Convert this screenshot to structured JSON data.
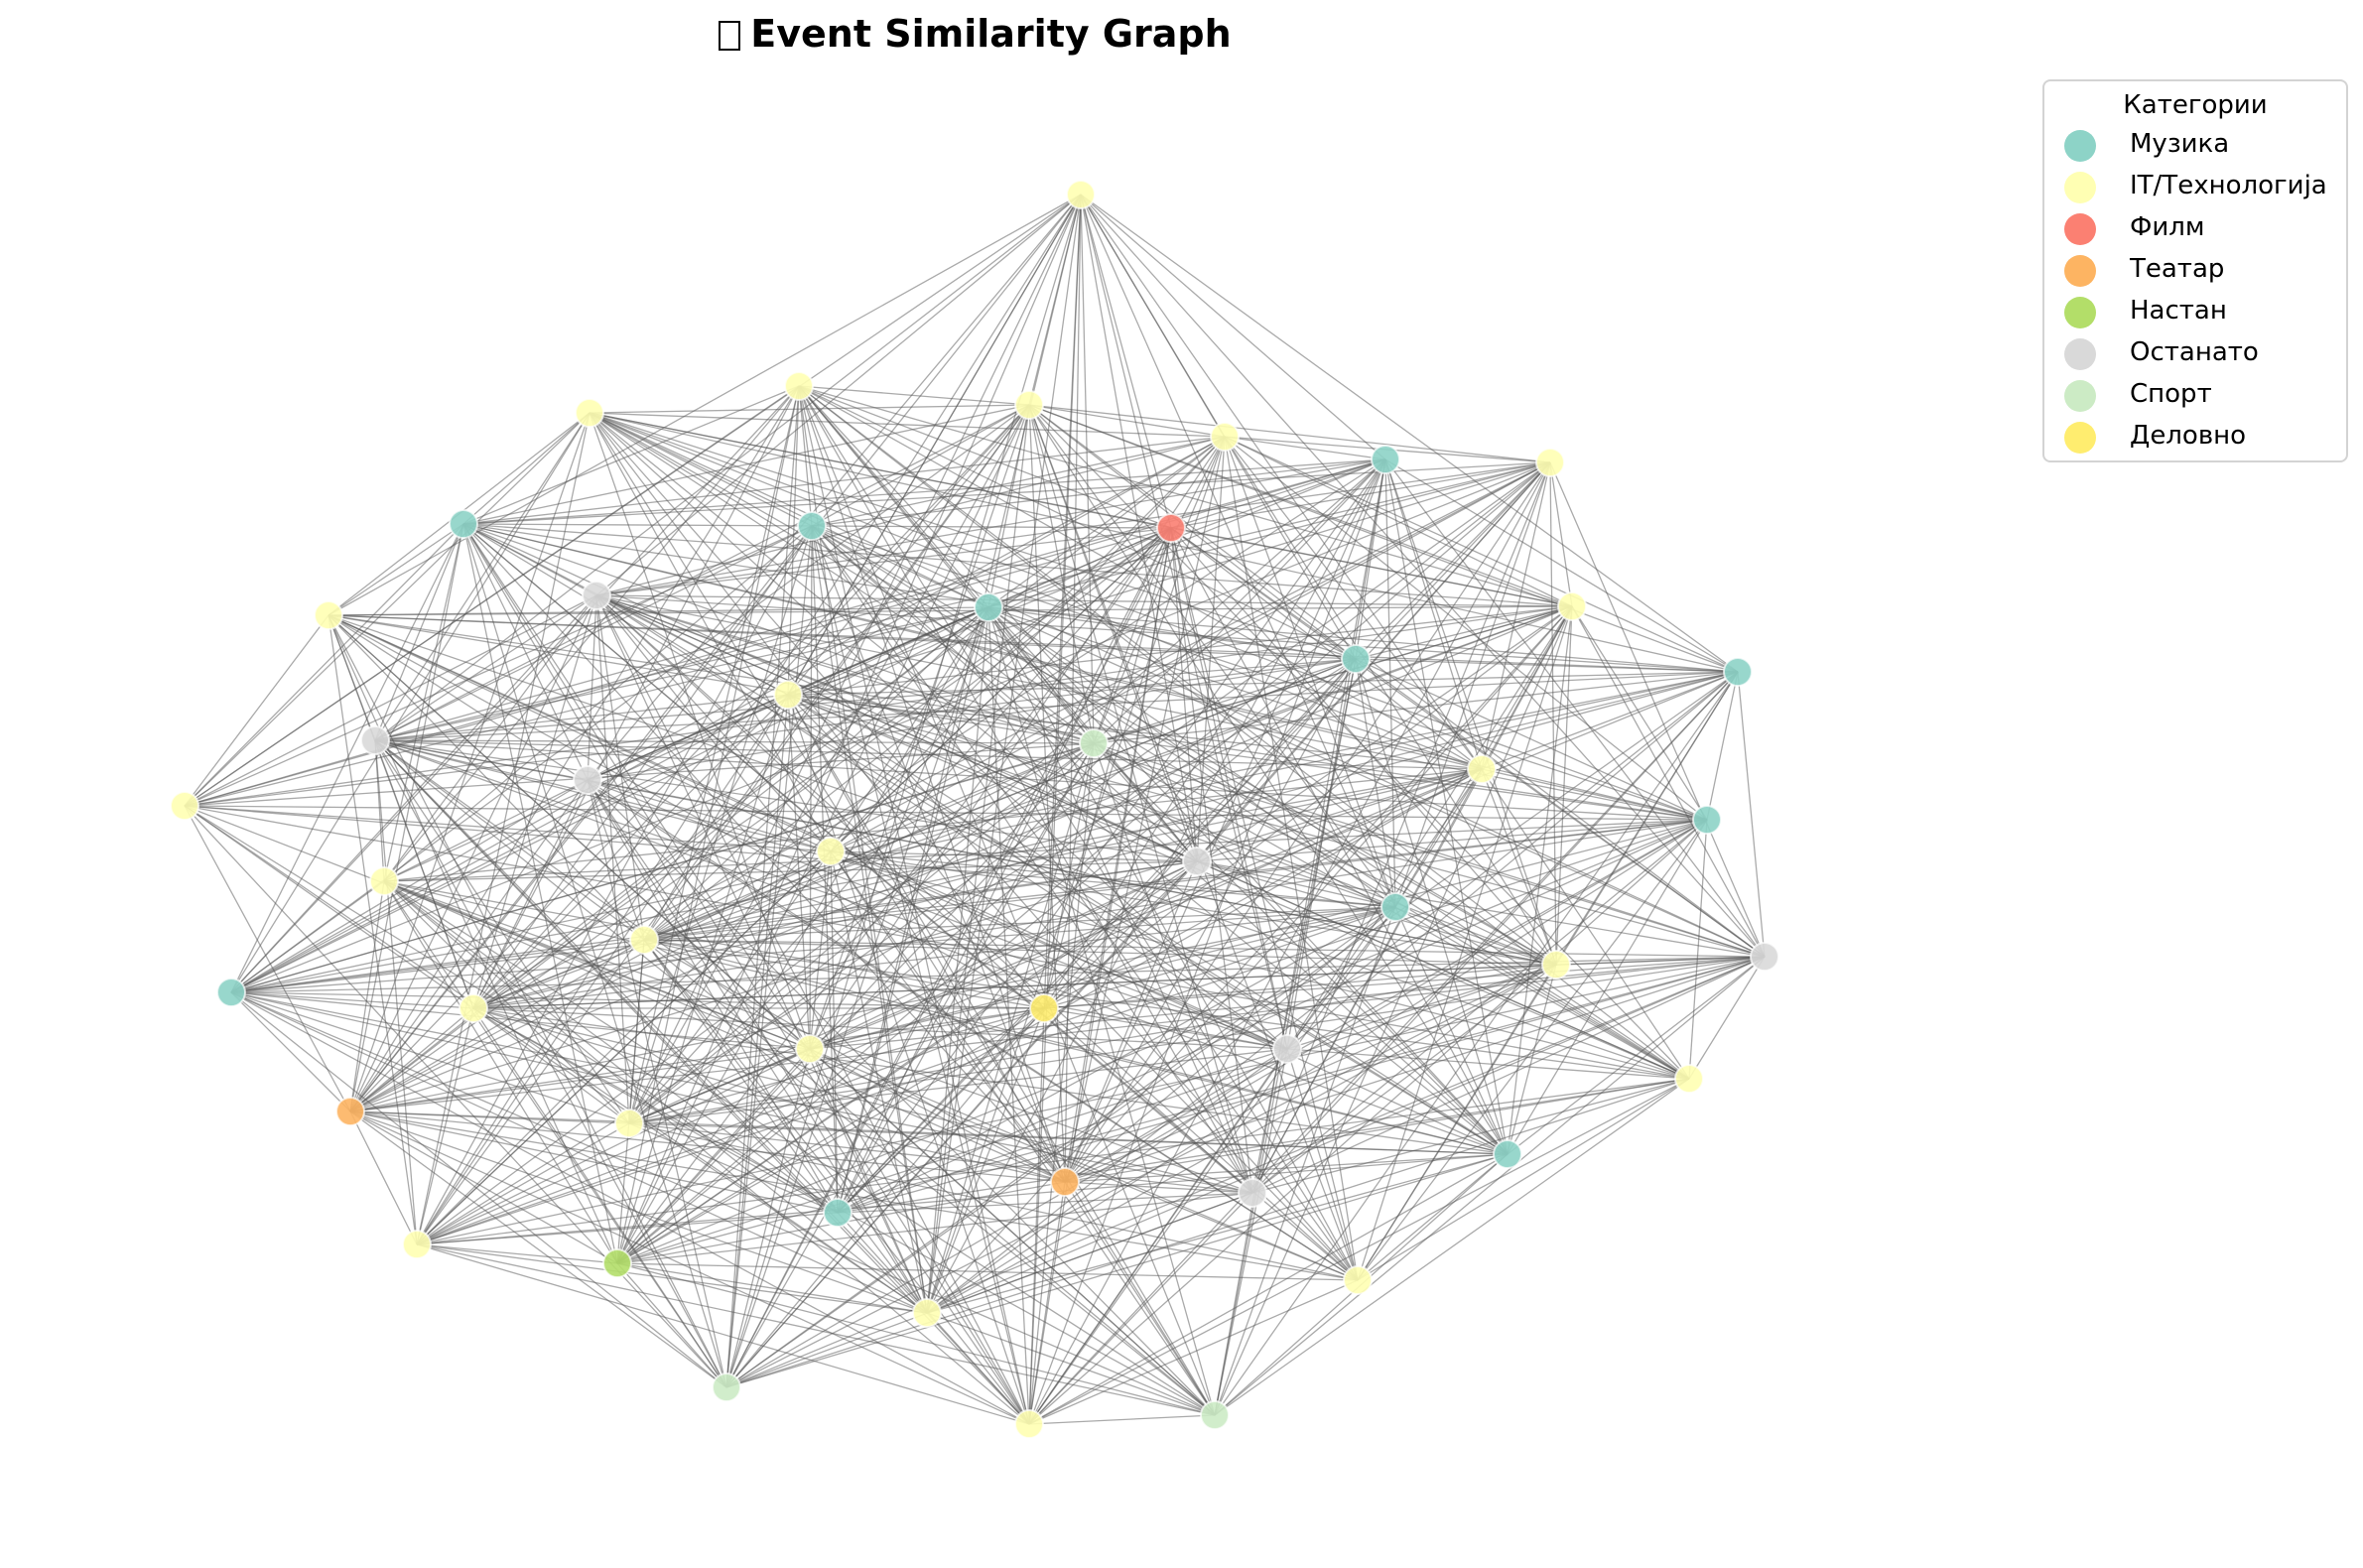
{
  "title": "Event Similarity Graph",
  "title_glyph": "missing-glyph-icon",
  "legend": {
    "title": "Категории",
    "items": [
      {
        "label": "Музика",
        "color": "#8dd3c7"
      },
      {
        "label": "IT/Технологија",
        "color": "#ffffb3"
      },
      {
        "label": "Филм",
        "color": "#fb8072"
      },
      {
        "label": "Театар",
        "color": "#fdb462"
      },
      {
        "label": "Настан",
        "color": "#b3de69"
      },
      {
        "label": "Останато",
        "color": "#d9d9d9"
      },
      {
        "label": "Спорт",
        "color": "#ccebc5"
      },
      {
        "label": "Деловно",
        "color": "#ffed6f"
      }
    ]
  },
  "graph": {
    "edge_color": "#555555",
    "nodes": [
      {
        "id": 0,
        "category": 1
      },
      {
        "id": 1,
        "category": 1
      },
      {
        "id": 2,
        "category": 1
      },
      {
        "id": 3,
        "category": 1
      },
      {
        "id": 4,
        "category": 1
      },
      {
        "id": 5,
        "category": 0
      },
      {
        "id": 6,
        "category": 1
      },
      {
        "id": 7,
        "category": 0
      },
      {
        "id": 8,
        "category": 0
      },
      {
        "id": 9,
        "category": 2
      },
      {
        "id": 10,
        "category": 1
      },
      {
        "id": 11,
        "category": 1
      },
      {
        "id": 12,
        "category": 5
      },
      {
        "id": 13,
        "category": 0
      },
      {
        "id": 14,
        "category": 0
      },
      {
        "id": 15,
        "category": 0
      },
      {
        "id": 16,
        "category": 1
      },
      {
        "id": 17,
        "category": 5
      },
      {
        "id": 18,
        "category": 6
      },
      {
        "id": 19,
        "category": 5
      },
      {
        "id": 20,
        "category": 1
      },
      {
        "id": 21,
        "category": 1
      },
      {
        "id": 22,
        "category": 0
      },
      {
        "id": 23,
        "category": 1
      },
      {
        "id": 24,
        "category": 5
      },
      {
        "id": 25,
        "category": 1
      },
      {
        "id": 26,
        "category": 5
      },
      {
        "id": 27,
        "category": 0
      },
      {
        "id": 28,
        "category": 0
      },
      {
        "id": 29,
        "category": 1
      },
      {
        "id": 30,
        "category": 1
      },
      {
        "id": 31,
        "category": 7
      },
      {
        "id": 32,
        "category": 1
      },
      {
        "id": 33,
        "category": 5
      },
      {
        "id": 34,
        "category": 1
      },
      {
        "id": 35,
        "category": 3
      },
      {
        "id": 36,
        "category": 1
      },
      {
        "id": 37,
        "category": 0
      },
      {
        "id": 38,
        "category": 3
      },
      {
        "id": 39,
        "category": 5
      },
      {
        "id": 40,
        "category": 0
      },
      {
        "id": 41,
        "category": 1
      },
      {
        "id": 42,
        "category": 4
      },
      {
        "id": 43,
        "category": 1
      },
      {
        "id": 44,
        "category": 1
      },
      {
        "id": 45,
        "category": 1
      },
      {
        "id": 46,
        "category": 6
      },
      {
        "id": 47,
        "category": 1
      },
      {
        "id": 48,
        "category": 6
      }
    ]
  }
}
